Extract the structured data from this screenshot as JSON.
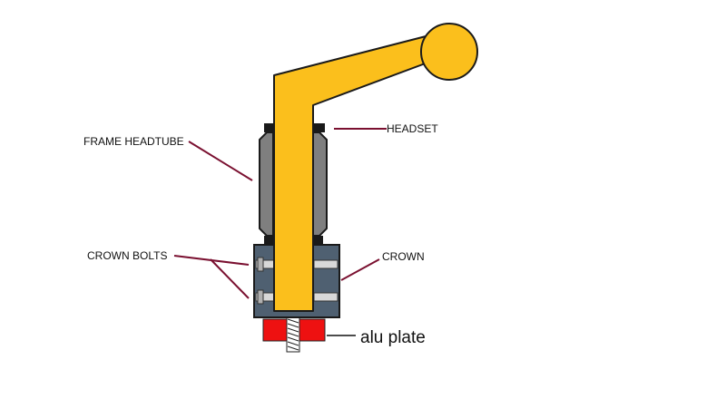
{
  "labels": {
    "frame_headtube": "FRAME HEADTUBE",
    "headset": "HEADSET",
    "crown_bolts": "CROWN BOLTS",
    "crown": "CROWN",
    "alu_plate": "alu plate"
  },
  "colors": {
    "steerer": "#fbbf1c",
    "headtube": "#7f7f7f",
    "crown": "#4f6071",
    "bearing": "#1a1a1a",
    "alu_plate": "#ee1111",
    "leader": "#7a1030"
  }
}
